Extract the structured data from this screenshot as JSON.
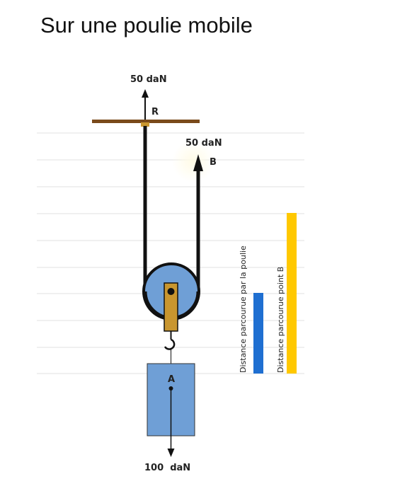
{
  "title": "Sur une poulie mobile",
  "labels": {
    "force_top": "50 daN",
    "point_r": "R",
    "force_b": "50 daN",
    "point_b": "B",
    "point_a": "A",
    "force_bottom": "100  daN",
    "bar_pulley": "Distance parcourue par la poulie",
    "bar_point_b": "Distance parcourue point B"
  },
  "colors": {
    "pulley": "#6f9fd6",
    "load": "#6f9fd6",
    "bracket": "#c9962f",
    "beam": "#7a4a1b",
    "bar_pulley": "#1f6fd1",
    "bar_point_b": "#ffc800",
    "grid": "#e2e2e2"
  }
}
